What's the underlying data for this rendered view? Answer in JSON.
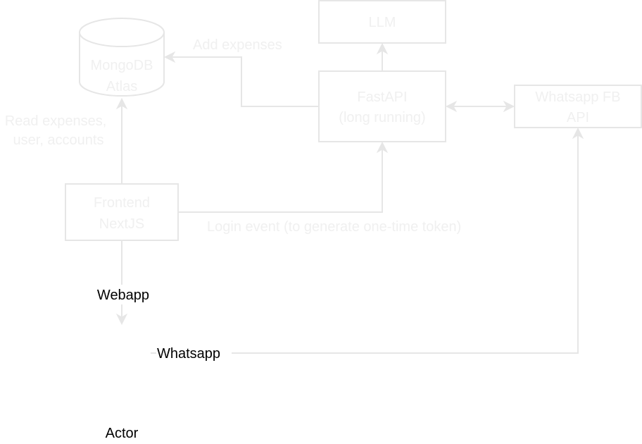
{
  "diagram": {
    "type": "architecture",
    "colors": {
      "faded_stroke": "#e6e6e6",
      "faded_text": "#f0f0f0",
      "active_text": "#000000",
      "background": "#ffffff"
    },
    "nodes": {
      "mongodb": {
        "line1": "MongoDB",
        "line2": "Atlas",
        "shape": "cylinder"
      },
      "llm": {
        "line1": "LLM",
        "shape": "rectangle"
      },
      "fastapi": {
        "line1": "FastAPI",
        "line2": "(long running)",
        "shape": "rectangle"
      },
      "whatsapp_api": {
        "line1": "Whatsapp FB",
        "line2": "API",
        "shape": "rectangle"
      },
      "frontend": {
        "line1": "Frontend",
        "line2": "NextJS",
        "shape": "rectangle"
      },
      "actor": {
        "label": "Actor",
        "shape": "actor"
      }
    },
    "edges": {
      "add_expenses": {
        "from": "FastAPI",
        "to": "MongoDB Atlas",
        "label": "Add expenses"
      },
      "read_expenses": {
        "from": "Frontend NextJS",
        "to": "MongoDB Atlas",
        "label_line1": "Read expenses,",
        "label_line2": "user, accounts"
      },
      "fastapi_llm": {
        "from": "FastAPI",
        "to": "LLM",
        "label": ""
      },
      "fastapi_whatsapp": {
        "from": "FastAPI",
        "to": "Whatsapp FB API",
        "label": "",
        "bidirectional": true
      },
      "login_event": {
        "from": "Frontend NextJS",
        "to": "FastAPI",
        "label": "Login event (to generate one-time token)"
      },
      "webapp": {
        "from": "Frontend NextJS",
        "to": "Actor",
        "label": "Webapp"
      },
      "whatsapp": {
        "from": "Actor",
        "to": "Whatsapp FB API",
        "label": "Whatsapp"
      }
    }
  }
}
